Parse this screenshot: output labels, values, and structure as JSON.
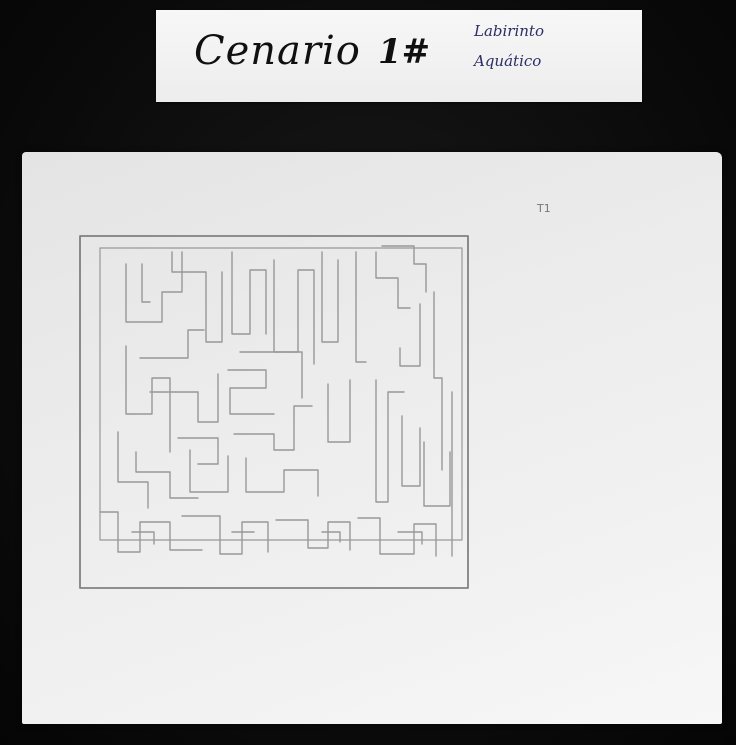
{
  "label": {
    "title": "Cenario",
    "number": "1#",
    "subtitle_line1": "Labirinto",
    "subtitle_line2": "Aquático",
    "ink_color": "#101010",
    "subtitle_color": "#2b2f63"
  },
  "paper": {
    "corner_mark": "T1",
    "pencil_color": "#8a8a8a"
  }
}
